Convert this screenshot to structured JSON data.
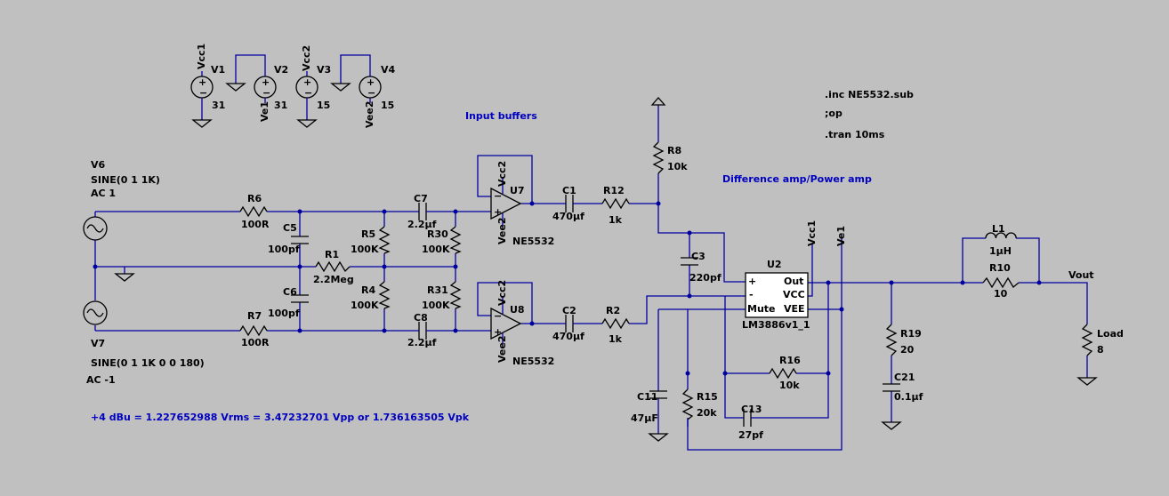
{
  "notes": {
    "input_buffers": "Input buffers",
    "diff_amp": "Difference amp/Power amp",
    "dbu": "+4 dBu = 1.227652988 Vrms = 3.47232701 Vpp or 1.736163505 Vpk"
  },
  "directives": {
    "inc": ".inc NE5532.sub",
    "op": ";op",
    "tran": ".tran 10ms"
  },
  "sources": {
    "v1": {
      "name": "V1",
      "net": "Vcc1",
      "value": "31"
    },
    "v2": {
      "name": "V2",
      "net": "Ve1",
      "value": "31"
    },
    "v3": {
      "name": "V3",
      "net": "Vcc2",
      "value": "15"
    },
    "v4": {
      "name": "V4",
      "net": "Vee2",
      "value": "15"
    },
    "v6": {
      "name": "V6",
      "value": "SINE(0 1 1K)",
      "ac": "AC 1"
    },
    "v7": {
      "name": "V7",
      "value": "SINE(0 1 1K 0 0 180)",
      "ac": "AC -1"
    }
  },
  "resistors": {
    "r6": {
      "name": "R6",
      "value": "100R"
    },
    "r7": {
      "name": "R7",
      "value": "100R"
    },
    "r1": {
      "name": "R1",
      "value": "2.2Meg"
    },
    "r5": {
      "name": "R5",
      "value": "100K"
    },
    "r4": {
      "name": "R4",
      "value": "100K"
    },
    "r30": {
      "name": "R30",
      "value": "100K"
    },
    "r31": {
      "name": "R31",
      "value": "100K"
    },
    "r12": {
      "name": "R12",
      "value": "1k"
    },
    "r2": {
      "name": "R2",
      "value": "1k"
    },
    "r8": {
      "name": "R8",
      "value": "10k"
    },
    "r16": {
      "name": "R16",
      "value": "10k"
    },
    "r15": {
      "name": "R15",
      "value": "20k"
    },
    "r19": {
      "name": "R19",
      "value": "20"
    },
    "r10": {
      "name": "R10",
      "value": "10"
    },
    "load": {
      "name": "Load",
      "value": "8"
    }
  },
  "capacitors": {
    "c5": {
      "name": "C5",
      "value": "100pf"
    },
    "c6": {
      "name": "C6",
      "value": "100pf"
    },
    "c7": {
      "name": "C7",
      "value": "2.2µf"
    },
    "c8": {
      "name": "C8",
      "value": "2.2µf"
    },
    "c1": {
      "name": "C1",
      "value": "470µf"
    },
    "c2": {
      "name": "C2",
      "value": "470µf"
    },
    "c3": {
      "name": "C3",
      "value": "220pf"
    },
    "c11": {
      "name": "C11",
      "value": "47µF"
    },
    "c13": {
      "name": "C13",
      "value": "27pf"
    },
    "c21": {
      "name": "C21",
      "value": "0.1µf"
    }
  },
  "inductor": {
    "name": "L1",
    "value": "1µH"
  },
  "opamps": {
    "u7": {
      "name": "U7",
      "model": "NE5532",
      "vcc": "Vcc2",
      "vee": "Vee2"
    },
    "u8": {
      "name": "U8",
      "model": "NE5532",
      "vcc": "Vcc2",
      "vee": "Vee2"
    }
  },
  "amp": {
    "name": "U2",
    "model": "LM3886v1_1",
    "pins": {
      "plus": "+",
      "minus": "-",
      "mute": "Mute",
      "out": "Out",
      "vcc": "VCC",
      "vee": "VEE"
    },
    "vcc_net": "Vcc1",
    "vee_net": "Ve1"
  },
  "output_label": "Vout"
}
